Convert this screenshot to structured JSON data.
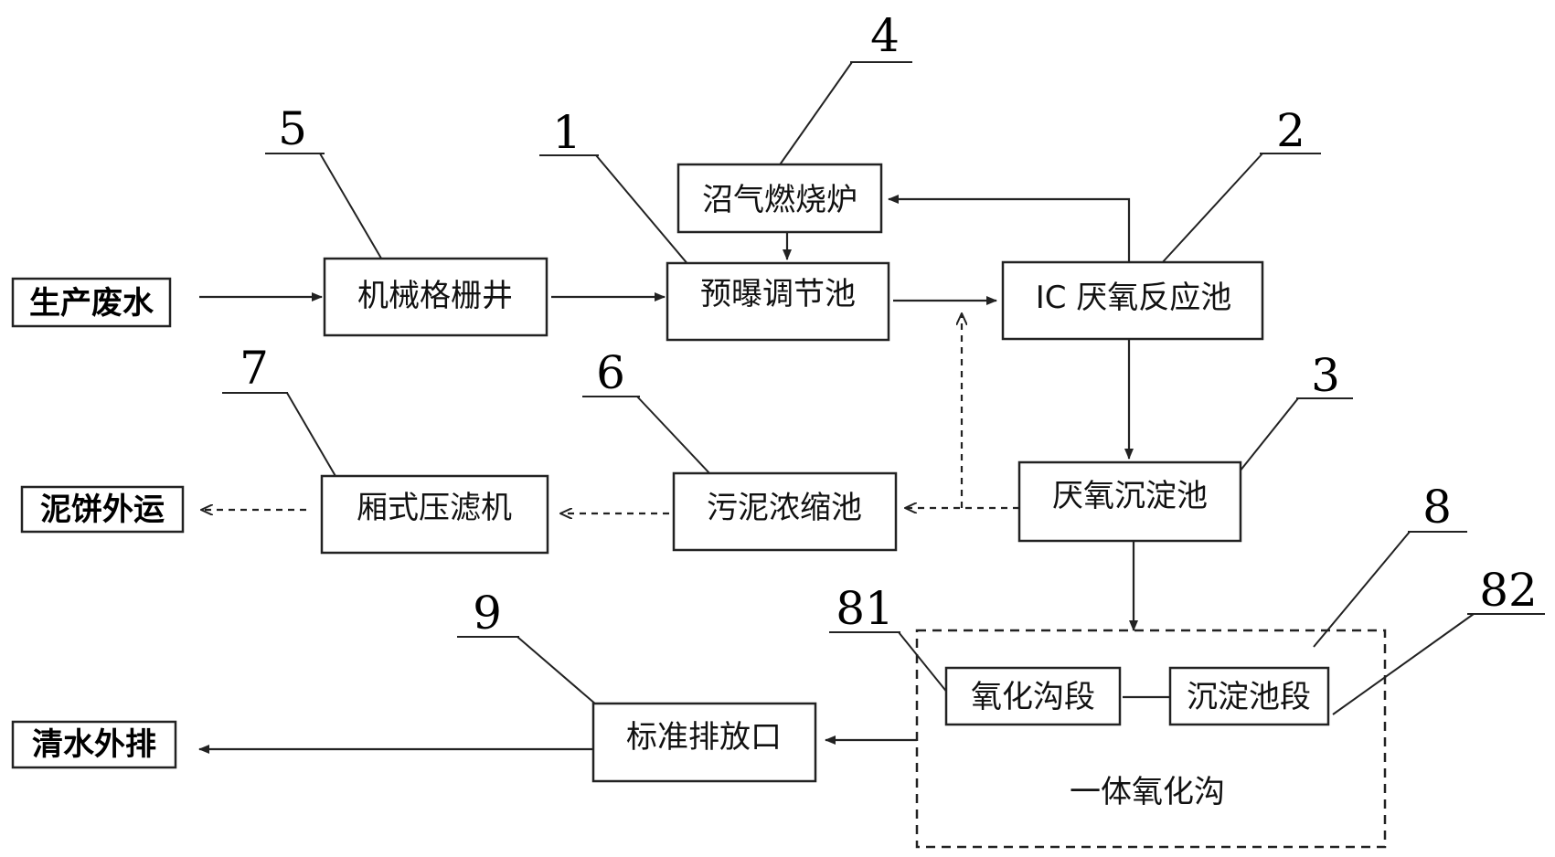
{
  "inputs": {
    "wastewater": "生产废水",
    "sludge_cake": "泥饼外运",
    "clear_water": "清水外排"
  },
  "boxes": {
    "screen_well": "机械格栅井",
    "pre_aeration": "预曝调节池",
    "ic_reactor": "IC 厌氧反应池",
    "biogas_burner": "沼气燃烧炉",
    "anaerobic_settling": "厌氧沉淀池",
    "sludge_thickener": "污泥浓缩池",
    "filter_press": "厢式压滤机",
    "discharge_outlet": "标准排放口",
    "oxidation_section": "氧化沟段",
    "settling_section": "沉淀池段",
    "integrated_ditch": "一体氧化沟"
  },
  "labels": {
    "n1": "1",
    "n2": "2",
    "n3": "3",
    "n4": "4",
    "n5": "5",
    "n6": "6",
    "n7": "7",
    "n8": "8",
    "n9": "9",
    "n81": "81",
    "n82": "82"
  }
}
